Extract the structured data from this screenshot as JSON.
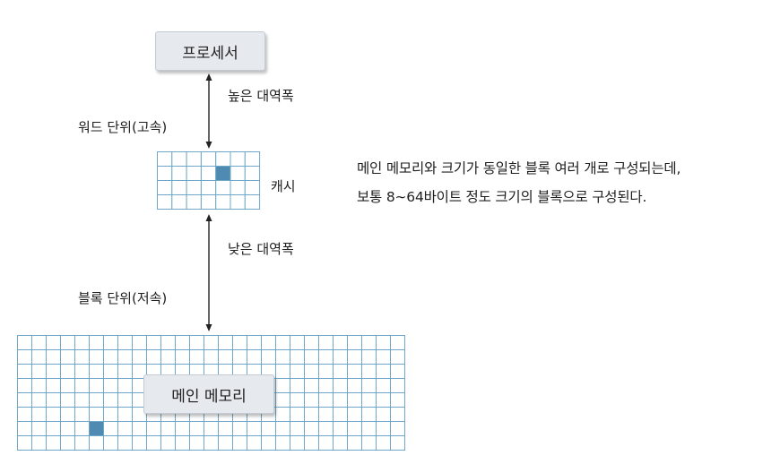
{
  "processor": {
    "label": "프로세서"
  },
  "main_memory": {
    "label": "메인 메모리"
  },
  "cache": {
    "label": "캐시"
  },
  "upper_link": {
    "bandwidth": "높은 대역폭",
    "unit": "워드 단위(고속)"
  },
  "lower_link": {
    "bandwidth": "낮은 대역폭",
    "unit": "블록 단위(저속)"
  },
  "description": {
    "line1": "메인 메모리와 크기가 동일한 블록 여러 개로 구성되는데,",
    "line2": "보통 8∼64바이트 정도 크기의 블록으로 구성된다."
  },
  "colors": {
    "grid_line": "#6ea8c6",
    "highlight": "#4f8ab2",
    "box_fill": "#e6e9ee"
  }
}
